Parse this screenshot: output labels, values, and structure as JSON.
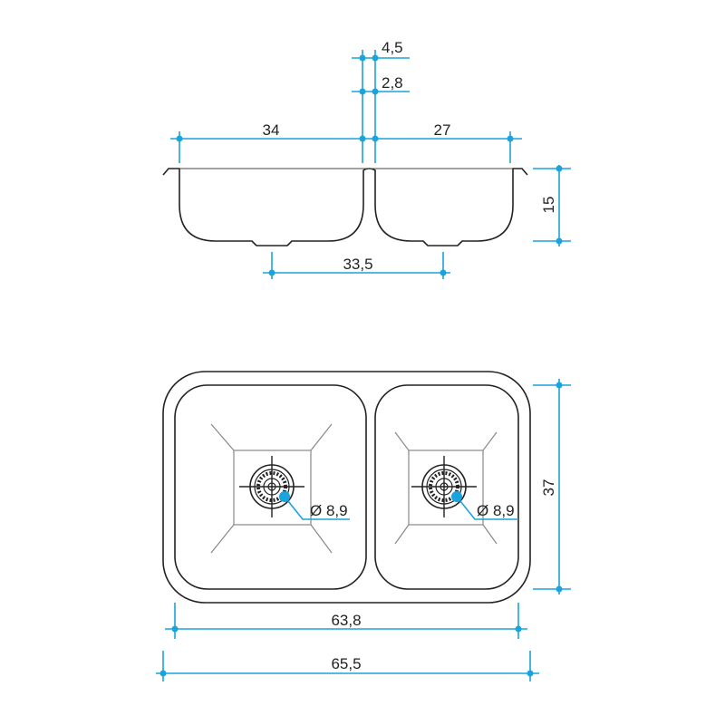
{
  "accent_color": "#1aa3dc",
  "top_view": {
    "left_bowl_width": "34",
    "right_bowl_width": "27",
    "divider_top": "4,5",
    "divider_bottom": "2,8",
    "depth": "15",
    "drain_spacing": "33,5"
  },
  "plan_view": {
    "left_drain_diameter": "Ø 8,9",
    "right_drain_diameter": "Ø 8,9",
    "depth_dim": "37",
    "inner_width": "63,8",
    "outer_width": "65,5"
  }
}
